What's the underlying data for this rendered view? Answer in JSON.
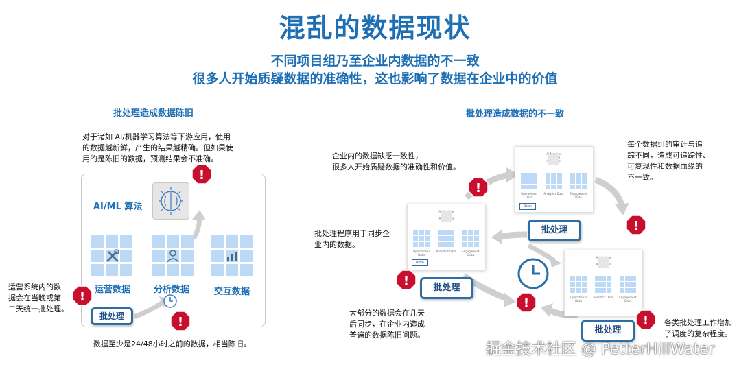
{
  "header": {
    "title": "混乱的数据现状",
    "subtitle_line1": "不同项目组乃至企业内数据的不一致",
    "subtitle_line2": "很多人开始质疑数据的准确性，这也影响了数据在企业中的价值"
  },
  "left": {
    "section_title": "批处理造成数据陈旧",
    "top_note": [
      "对于诸如 AI/机器学习算法等下游应用，使用",
      "的数据越新鲜，产生的结果越精确。但如果使",
      "用的是陈旧的数据，预测结果会不准确。"
    ],
    "ai_label": "AI/ML 算法",
    "ops_label": "运营数据",
    "analytics_label": "分析数据",
    "interact_label": "交互数据",
    "batch_label": "批处理",
    "side_note": [
      "运营系统内的数",
      "据会在当晚或第",
      "二天统一批处理。"
    ],
    "bottom_note": "数据至少是24/48小时之前的数据，相当陈旧。"
  },
  "right": {
    "section_title": "批处理造成数据的不一致",
    "note_top_left": [
      "企业内的数据缺乏一致性，",
      "很多人开始质疑数据的准确性和价值。"
    ],
    "note_mid_left": [
      "批处理程序用于同步企",
      "业内的数据。"
    ],
    "note_bottom_left": [
      "大部分的数据会在几天",
      "后同步，在企业内造成",
      "普遍的数据陈旧问题。"
    ],
    "note_top_right": [
      "每个数据组的审计与追",
      "踪不同，造成可追踪性、",
      "可复现性和数据血缘的",
      "不一致。"
    ],
    "note_bottom_right": [
      "各类批处理工作增加",
      "了调度的复杂程度。"
    ],
    "batch_label": "批处理",
    "card_algo_label": [
      "AI/Machine",
      "Learning",
      "Algorithms"
    ],
    "card_labels": [
      "Operational Data",
      "Analytics Data",
      "Engagement Data"
    ],
    "card_batch": "Batch"
  },
  "watermark": "掘金技术社区 @ PetterHillWater",
  "colors": {
    "accent": "#1f6fb5",
    "warning": "#c8102e",
    "tile": "#bcd9f5",
    "arrow": "#cfcfcf"
  },
  "icons": [
    "warning-icon",
    "brain-icon",
    "tools-icon",
    "chart-icon",
    "clock-icon"
  ]
}
